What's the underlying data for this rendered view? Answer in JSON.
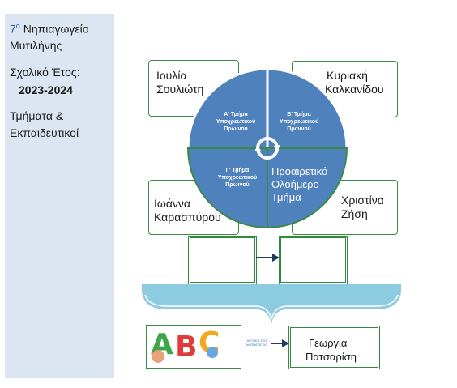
{
  "sidebar": {
    "school_num": "7",
    "school_sup": "ο",
    "school_name": "Νηπιαγωγείο",
    "school_city": "Μυτιλήνης",
    "year_label": "Σχολικό Έτος:",
    "year_value": "2023-2024",
    "section_line1": "Τμήματα &",
    "section_line2": "Εκπαιδευτικοί"
  },
  "teachers": {
    "top_left": [
      "Ιουλία",
      "Σουλιώτη"
    ],
    "top_right": [
      "Κυριακή",
      "Καλκανίδου"
    ],
    "bottom_left": [
      "Ιωάννα",
      "Καρασπύρου"
    ],
    "bottom_right": [
      "Χριστίνα",
      "Ζήση"
    ],
    "english": [
      "Γεωργία",
      "Πατσαρίση"
    ]
  },
  "classes": {
    "a": [
      "Α' Τμήμα",
      "Υποχρεωτικού",
      "Πρωινού"
    ],
    "b": [
      "Β' Τμήμα",
      "Υποχρεωτικού",
      "Πρωινού"
    ],
    "c": [
      "Γ' Τμήμα",
      "Υποχρεωτικού",
      "Πρωινού"
    ],
    "d": [
      "Προαιρετικό",
      "Ολοήμερο",
      "Τμήμα"
    ]
  },
  "english_card": {
    "letters": [
      "A",
      "B",
      "C"
    ],
    "caption": [
      "ΑΓΓΛΙΚΑ ΣΤΟ",
      "ΝΗΠΙΑΓΩΓΕΙΟ"
    ]
  },
  "colors": {
    "circle_blue": "#4f81bd",
    "border_green": "#3a8a45",
    "banner_teal": "#8ccbe0",
    "sidebar_bg": "#dce6f2"
  }
}
